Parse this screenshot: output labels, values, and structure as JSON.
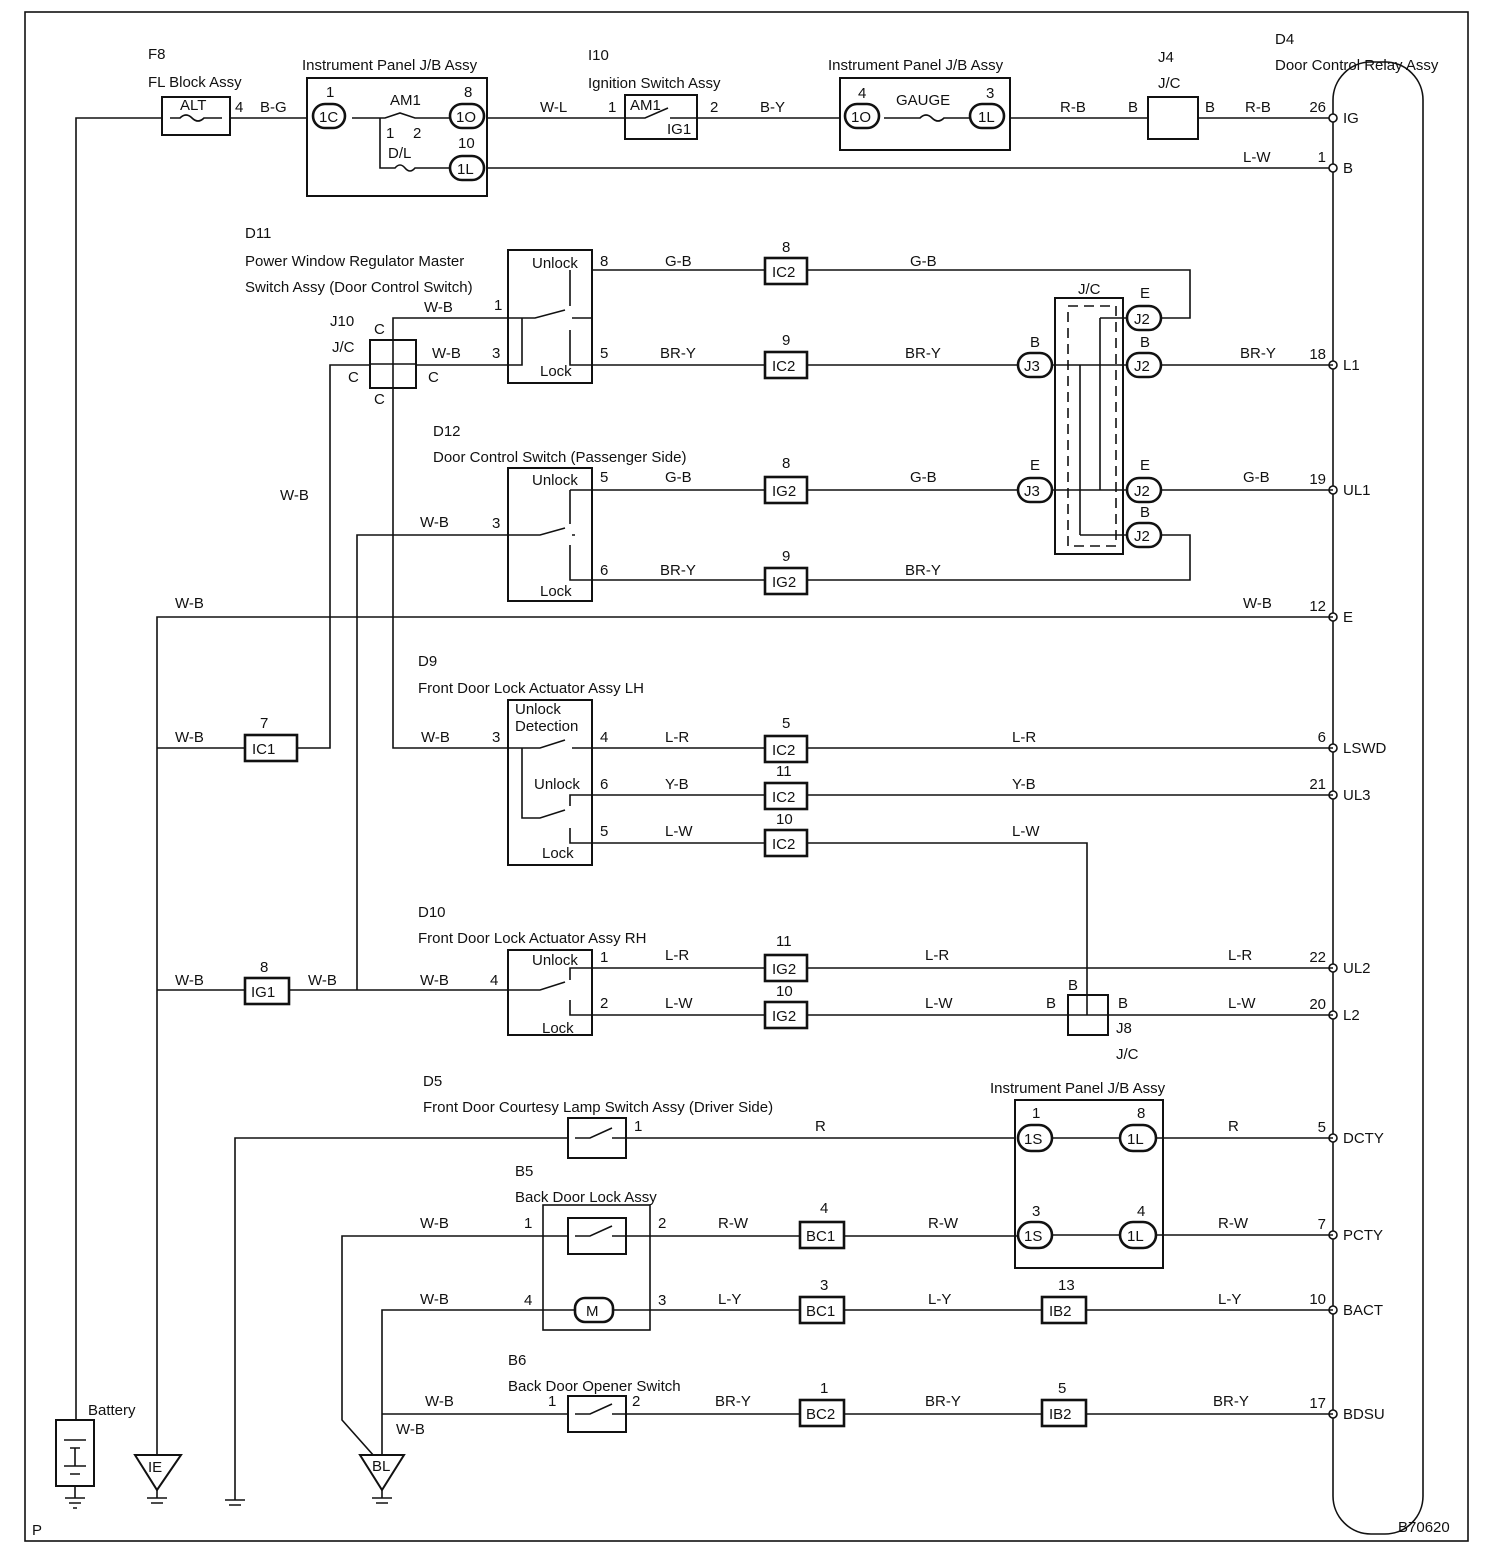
{
  "diagram_id": "B70620",
  "page_letter": "P",
  "components": {
    "f8": {
      "code": "F8",
      "name": "FL Block Assy",
      "fuse": "ALT",
      "pin": "4"
    },
    "jb1": {
      "name": "Instrument Panel J/B Assy",
      "am1": "AM1",
      "dl": "D/L",
      "c1": "1C",
      "c2": "1O",
      "c3": "1L",
      "p1": "1",
      "p8": "8",
      "p10": "10",
      "s1": "1",
      "s2": "2"
    },
    "i10": {
      "code": "I10",
      "name": "Ignition Switch Assy",
      "am1": "AM1",
      "ig1": "IG1",
      "p1": "1",
      "p2": "2"
    },
    "jb2": {
      "name": "Instrument Panel J/B Assy",
      "gauge": "GAUGE",
      "c1": "1O",
      "c2": "1L",
      "p4": "4",
      "p3": "3"
    },
    "j4": {
      "code": "J4",
      "name": "J/C",
      "pl": "B",
      "pr": "B"
    },
    "d4": {
      "code": "D4",
      "name": "Door Control Relay Assy",
      "pins": [
        {
          "num": "26",
          "label": "IG"
        },
        {
          "num": "1",
          "label": "B"
        },
        {
          "num": "18",
          "label": "L1"
        },
        {
          "num": "19",
          "label": "UL1"
        },
        {
          "num": "12",
          "label": "E"
        },
        {
          "num": "6",
          "label": "LSWD"
        },
        {
          "num": "21",
          "label": "UL3"
        },
        {
          "num": "22",
          "label": "UL2"
        },
        {
          "num": "20",
          "label": "L2"
        },
        {
          "num": "5",
          "label": "DCTY"
        },
        {
          "num": "7",
          "label": "PCTY"
        },
        {
          "num": "10",
          "label": "BACT"
        },
        {
          "num": "17",
          "label": "BDSU"
        }
      ]
    },
    "d11": {
      "code": "D11",
      "name1": "Power Window Regulator Master",
      "name2": "Switch Assy (Door Control Switch)",
      "unlock": "Unlock",
      "lock": "Lock",
      "p8": "8",
      "p1": "1",
      "p3": "3",
      "p5": "5"
    },
    "j10": {
      "code": "J10",
      "name": "J/C",
      "c": "C"
    },
    "jc_mid": {
      "name": "J/C",
      "b": "B",
      "e": "E",
      "j2": "J2",
      "j3": "J3"
    },
    "d12": {
      "code": "D12",
      "name": "Door Control Switch (Passenger Side)",
      "unlock": "Unlock",
      "lock": "Lock",
      "p5": "5",
      "p3": "3",
      "p6": "6"
    },
    "d9": {
      "code": "D9",
      "name": "Front Door Lock Actuator Assy LH",
      "det1": "Unlock",
      "det2": "Detection",
      "unlock": "Unlock",
      "lock": "Lock",
      "p3": "3",
      "p4": "4",
      "p6": "6",
      "p5": "5"
    },
    "d10": {
      "code": "D10",
      "name": "Front Door Lock Actuator Assy RH",
      "unlock": "Unlock",
      "lock": "Lock",
      "p4": "4",
      "p1": "1",
      "p2": "2"
    },
    "j8": {
      "code": "J8",
      "name": "J/C",
      "b": "B"
    },
    "d5": {
      "code": "D5",
      "name": "Front Door Courtesy Lamp Switch Assy (Driver Side)",
      "p1": "1"
    },
    "jb3": {
      "name": "Instrument Panel J/B Assy",
      "s1": "1S",
      "l1": "1L",
      "p1": "1",
      "p8": "8",
      "p3": "3",
      "p4": "4"
    },
    "b5": {
      "code": "B5",
      "name": "Back Door Lock Assy",
      "motor": "M",
      "p1": "1",
      "p2": "2",
      "p4": "4",
      "p3": "3"
    },
    "b6": {
      "code": "B6",
      "name": "Back Door Opener Switch",
      "p1": "1",
      "p2": "2"
    },
    "battery": {
      "name": "Battery"
    },
    "grounds": {
      "ie": "IE",
      "bl": "BL"
    }
  },
  "connectors": {
    "ic2_8": {
      "id": "IC2",
      "pin": "8"
    },
    "ic2_9": {
      "id": "IC2",
      "pin": "9"
    },
    "ig2_8": {
      "id": "IG2",
      "pin": "8"
    },
    "ig2_9": {
      "id": "IG2",
      "pin": "9"
    },
    "ic1_7": {
      "id": "IC1",
      "pin": "7"
    },
    "ic2_5": {
      "id": "IC2",
      "pin": "5"
    },
    "ic2_11": {
      "id": "IC2",
      "pin": "11"
    },
    "ic2_10": {
      "id": "IC2",
      "pin": "10"
    },
    "ig1_8": {
      "id": "IG1",
      "pin": "8"
    },
    "ig2_11": {
      "id": "IG2",
      "pin": "11"
    },
    "ig2_10": {
      "id": "IG2",
      "pin": "10"
    },
    "bc1_4": {
      "id": "BC1",
      "pin": "4"
    },
    "bc1_3": {
      "id": "BC1",
      "pin": "3"
    },
    "ib2_13": {
      "id": "IB2",
      "pin": "13"
    },
    "bc2_1": {
      "id": "BC2",
      "pin": "1"
    },
    "ib2_5": {
      "id": "IB2",
      "pin": "5"
    }
  },
  "wire_colors": {
    "bg": "B-G",
    "wl": "W-L",
    "by": "B-Y",
    "rb": "R-B",
    "lw": "L-W",
    "gb": "G-B",
    "bry": "BR-Y",
    "wb": "W-B",
    "lr": "L-R",
    "yb": "Y-B",
    "r": "R",
    "rw": "R-W",
    "ly": "L-Y"
  }
}
